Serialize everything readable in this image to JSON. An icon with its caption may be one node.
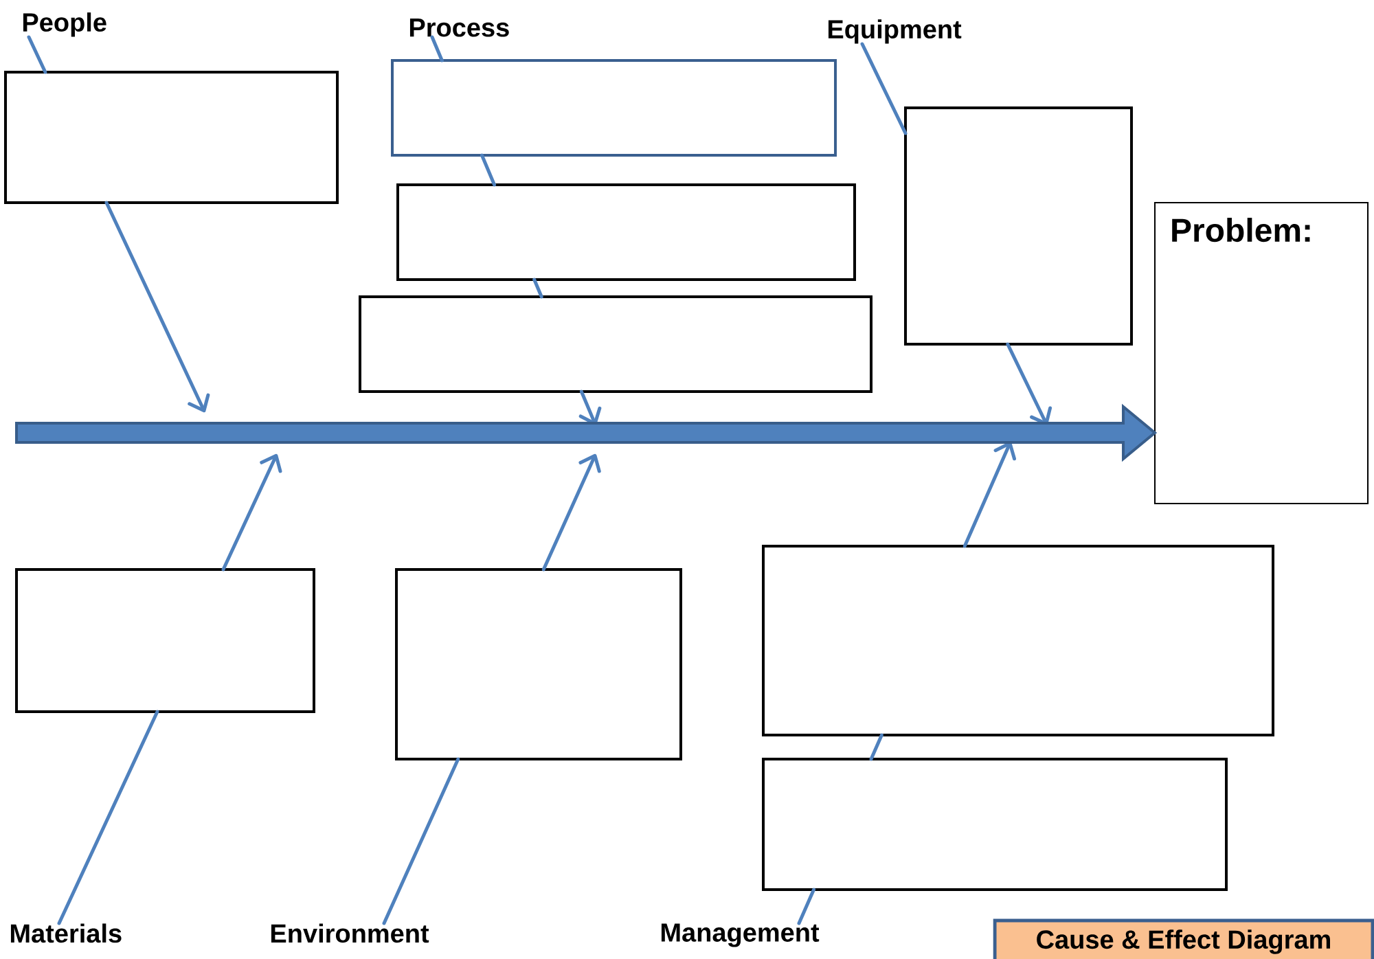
{
  "diagram": {
    "nodes": [
      {
        "text": [
          "People"
        ]
      },
      {
        "text": [],
        "shape": "box"
      },
      {
        "text": [
          "Process"
        ]
      },
      {
        "text": [],
        "shape": "box"
      },
      {
        "text": [],
        "shape": "box"
      },
      {
        "text": [],
        "shape": "box"
      },
      {
        "text": [
          "Equipment"
        ]
      },
      {
        "text": [],
        "shape": "box"
      },
      {
        "text": [
          "Problem:"
        ]
      },
      {
        "text": [],
        "shape": "box"
      },
      {
        "text": [
          "Materials"
        ]
      },
      {
        "text": [],
        "shape": "box"
      },
      {
        "text": [
          "Environment"
        ]
      },
      {
        "text": [],
        "shape": "box"
      },
      {
        "text": [],
        "shape": "box"
      },
      {
        "text": [
          "Management"
        ]
      },
      {
        "text": [
          "Cause & Effect Diagram"
        ]
      }
    ],
    "edges": [
      {
        "from": 0,
        "to": 1,
        "arrow": "none"
      },
      {
        "from": 1,
        "to": null,
        "arrow": "to"
      },
      {
        "from": 2,
        "to": 3,
        "arrow": "none"
      },
      {
        "from": 3,
        "to": 4,
        "arrow": "none"
      },
      {
        "from": 4,
        "to": 5,
        "arrow": "none"
      },
      {
        "from": 5,
        "to": null,
        "arrow": "to"
      },
      {
        "from": 6,
        "to": 7,
        "arrow": "none"
      },
      {
        "from": 7,
        "to": null,
        "arrow": "to"
      },
      {
        "from": 10,
        "to": 9,
        "arrow": "none"
      },
      {
        "from": 9,
        "to": null,
        "arrow": "to"
      },
      {
        "from": 12,
        "to": 11,
        "arrow": "none"
      },
      {
        "from": 11,
        "to": null,
        "arrow": "to"
      },
      {
        "from": 15,
        "to": 14,
        "arrow": "none"
      },
      {
        "from": 14,
        "to": 13,
        "arrow": "none"
      },
      {
        "from": 13,
        "to": null,
        "arrow": "to"
      },
      {
        "from": null,
        "to": 8,
        "arrow": "to",
        "style": "thick"
      }
    ]
  }
}
